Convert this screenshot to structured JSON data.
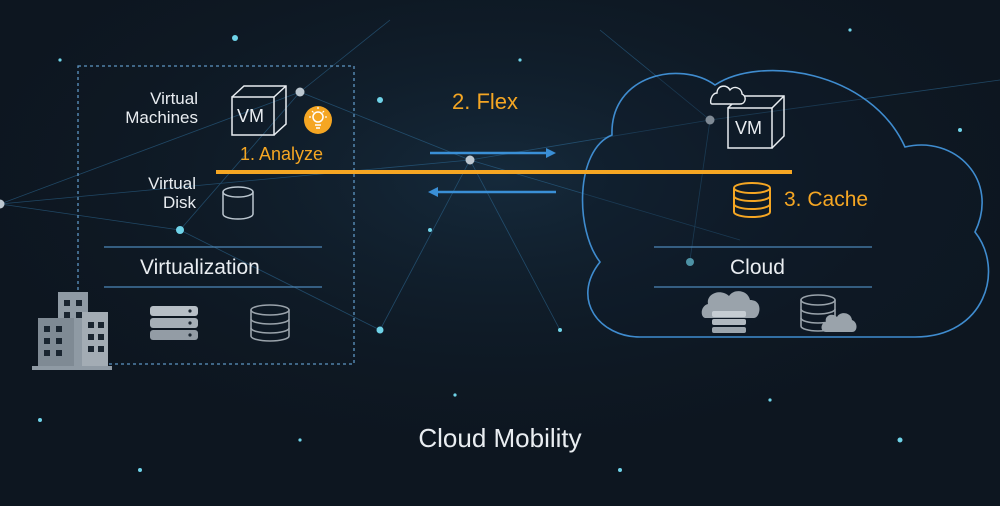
{
  "diagram": {
    "title": "Cloud Mobility",
    "on_premises": {
      "virtual_machines_label": [
        "Virtual",
        "Machines"
      ],
      "virtual_disk_label": [
        "Virtual",
        "Disk"
      ],
      "vm_box_label": "VM",
      "section_label": "Virtualization",
      "icons": [
        "lightbulb-icon",
        "disk-icon",
        "server-icon",
        "database-icon",
        "building-icon"
      ]
    },
    "cloud": {
      "vm_box_label": "VM",
      "section_label": "Cloud",
      "icons": [
        "cloud-icon",
        "database-icon",
        "cloud-server-icon",
        "cloud-database-icon"
      ]
    },
    "steps": {
      "analyze": "1. Analyze",
      "flex": "2. Flex",
      "cache": "3. Cache"
    },
    "colors": {
      "background": "#0d1620",
      "accent": "#f5a623",
      "arrow": "#3a8fd6",
      "cloud_outline": "#3f8ccf",
      "box_outline": "#5d95c2",
      "text": "#e9edf1",
      "icon_gray": "#9aa3ab"
    }
  }
}
